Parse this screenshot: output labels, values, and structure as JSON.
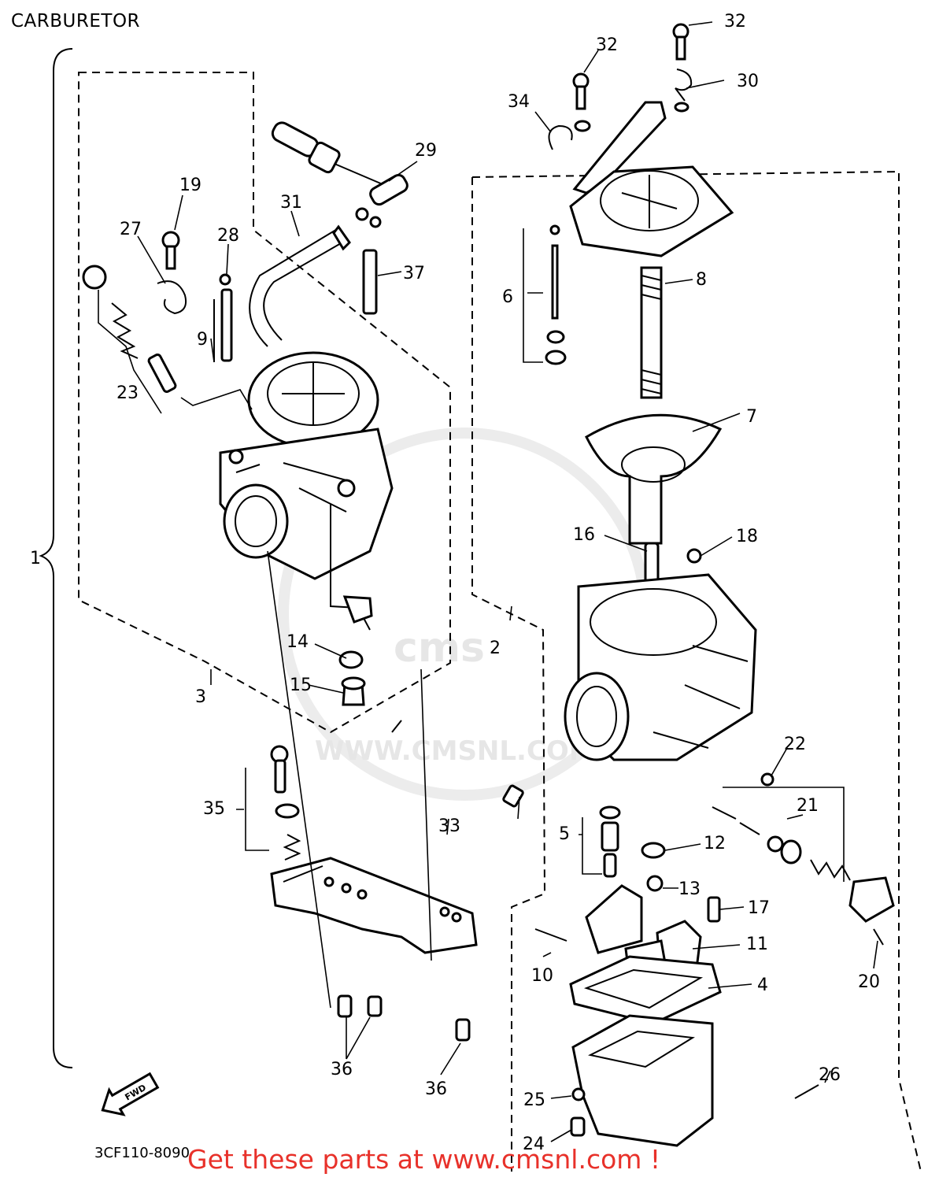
{
  "title": "CARBURETOR",
  "callouts": {
    "c1": "1",
    "c2": "2",
    "c3": "3",
    "c4": "4",
    "c5": "5",
    "c6": "6",
    "c7": "7",
    "c8": "8",
    "c9": "9",
    "c10": "10",
    "c11": "11",
    "c12": "12",
    "c13": "13",
    "c14": "14",
    "c15": "15",
    "c16": "16",
    "c17": "17",
    "c18": "18",
    "c19": "19",
    "c20": "20",
    "c21": "21",
    "c22": "22",
    "c23": "23",
    "c24": "24",
    "c25": "25",
    "c26": "26",
    "c27": "27",
    "c28": "28",
    "c29": "29",
    "c30": "30",
    "c31": "31",
    "c32a": "32",
    "c32b": "32",
    "c33": "33",
    "c34": "34",
    "c35": "35",
    "c36a": "36",
    "c36b": "36",
    "c37": "37"
  },
  "fwd_label": "FWD",
  "diagram_code": "3CF110-8090",
  "watermark": {
    "logo": "cms",
    "url": "WWW.CMSNL.COM"
  },
  "footer": {
    "cta": "Get these parts at www.cmsnl.com !",
    "cta_color": "#e8312a"
  }
}
